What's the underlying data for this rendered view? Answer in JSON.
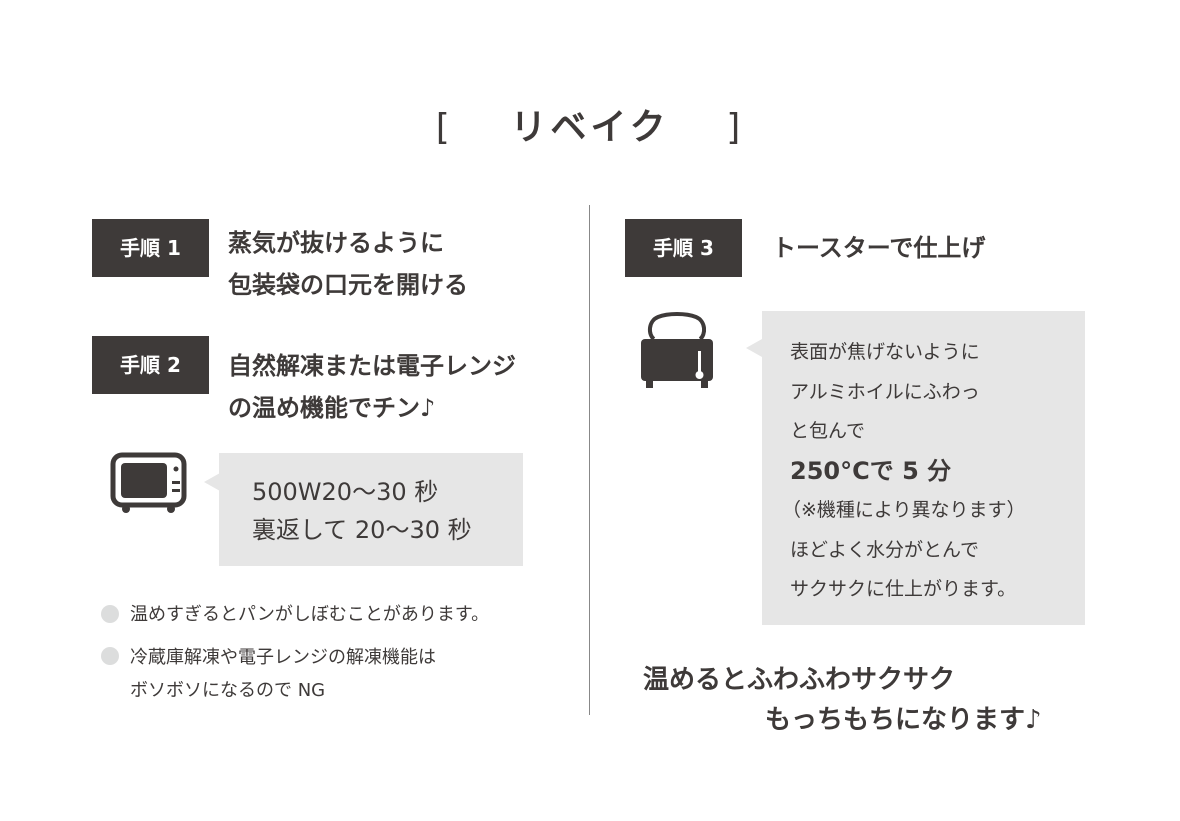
{
  "title": {
    "open": "[",
    "text": "リベイク",
    "close": "]"
  },
  "step1": {
    "badge": "手順 1",
    "lines": [
      "蒸気が抜けるように",
      "包装袋の口元を開ける"
    ]
  },
  "step2": {
    "badge": "手順 2",
    "lines": [
      "自然解凍または電子レンジ",
      "の温め機能でチン♪"
    ],
    "box": [
      "500W20〜30 秒",
      "裏返して 20〜30 秒"
    ]
  },
  "notes": [
    {
      "lines": [
        "温めすぎるとパンがしぼむことがあります。"
      ]
    },
    {
      "lines": [
        "冷蔵庫解凍や電子レンジの解凍機能は",
        "ボソボソになるので NG"
      ]
    }
  ],
  "step3": {
    "badge": "手順 3",
    "title": "トースターで仕上げ",
    "box": [
      "表面が焦げないように",
      "アルミホイルにふわっ",
      "と包んで",
      "250°Cで 5 分",
      "（※機種により異なります）",
      "ほどよく水分がとんで",
      "サクサクに仕上がります。"
    ]
  },
  "closing": [
    "温めるとふわふわサクサク",
    "もっちもちになります♪"
  ],
  "colors": {
    "dark": "#3e3a39",
    "box": "#e6e6e6",
    "bullet": "#dcdddd"
  }
}
